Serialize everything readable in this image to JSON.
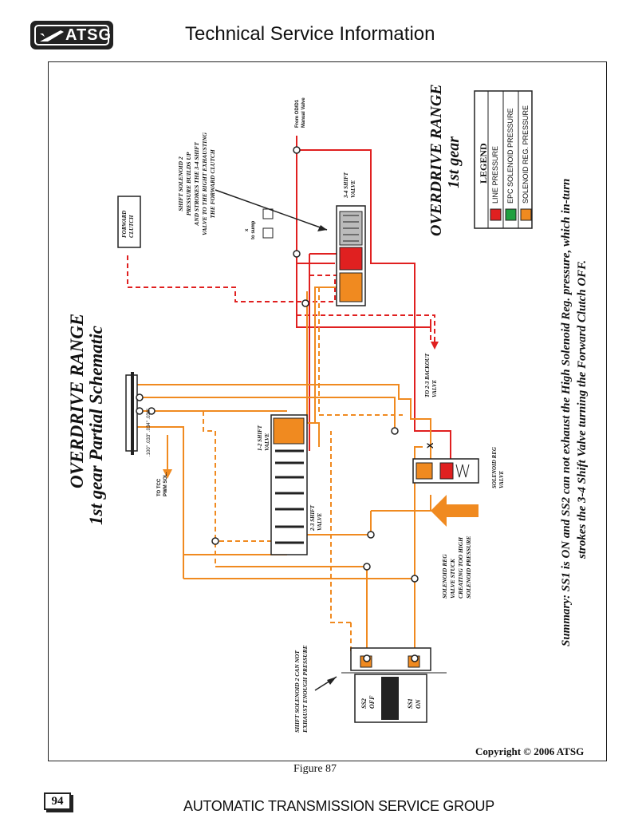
{
  "header": {
    "logo_text": "ATSG",
    "title": "Technical Service Information"
  },
  "diagram": {
    "title_line1": "OVERDRIVE RANGE",
    "title_line2": "1st gear Partial Schematic",
    "range_line1": "OVERDRIVE RANGE",
    "range_line2": "1st gear",
    "legend": {
      "title": "LEGEND",
      "items": [
        {
          "label": "LINE PRESSURE",
          "color": "#e02020"
        },
        {
          "label": "EPC SOLENOID PRESSURE",
          "color": "#20a040"
        },
        {
          "label": "SOLENOID REG. PRESSURE",
          "color": "#f08a20"
        }
      ]
    },
    "summary_line1": "Summary: SS1 is ON and SS2 can not exhaust the High Solenoid Reg. pressure, which in-turn",
    "summary_line2": "strokes the 3-4 Shift Valve turning the Forward Clutch OFF.",
    "labels": {
      "forward_clutch": [
        "FORWARD",
        "CLUTCH"
      ],
      "from_manual": [
        "From OD/D1",
        "Manual Valve"
      ],
      "ss2_note": [
        "SHIFT SOLENOID 2",
        "PRESSURE BUILDS UP",
        "AND STROKES THE 3-4 SHIFT",
        "VALVE TO THE RIGHT EXHAUSTING",
        "THE FORWARD CLUTCH"
      ],
      "valve_34": [
        "3-4 SHIFT",
        "VALVE"
      ],
      "to_sump": [
        "x",
        "to sump"
      ],
      "backout": [
        "TO 2-3 BACKOUT",
        "VALVE"
      ],
      "valve_12": [
        "1-2 SHIFT",
        "VALVE"
      ],
      "valve_23": [
        "2-3 SHIFT",
        "VALVE"
      ],
      "to_tcc": [
        "TO TCC",
        "PWM SOL."
      ],
      "orifices": ".100\" .033\" .034\" .036\"",
      "solreg_valve": [
        "SOLENOID REG",
        "VALVE"
      ],
      "x_mark": "X",
      "stuck_note": [
        "SOLENOID REG",
        "VALVE STUCK",
        "CREATING TOO HIGH",
        "SOLENOID PRESSURE"
      ],
      "ss2_exhaust": [
        "SHIFT SOLENOID 2 CAN NOT",
        "EXHAUST ENOUGH PRESSURE"
      ],
      "ss2": [
        "SS2",
        "OFF"
      ],
      "ss1": [
        "SS1",
        "ON"
      ]
    }
  },
  "copyright": "Copyright © 2006 ATSG",
  "figure_caption": "Figure 87",
  "page_number": "94",
  "footer": "AUTOMATIC TRANSMISSION SERVICE GROUP"
}
